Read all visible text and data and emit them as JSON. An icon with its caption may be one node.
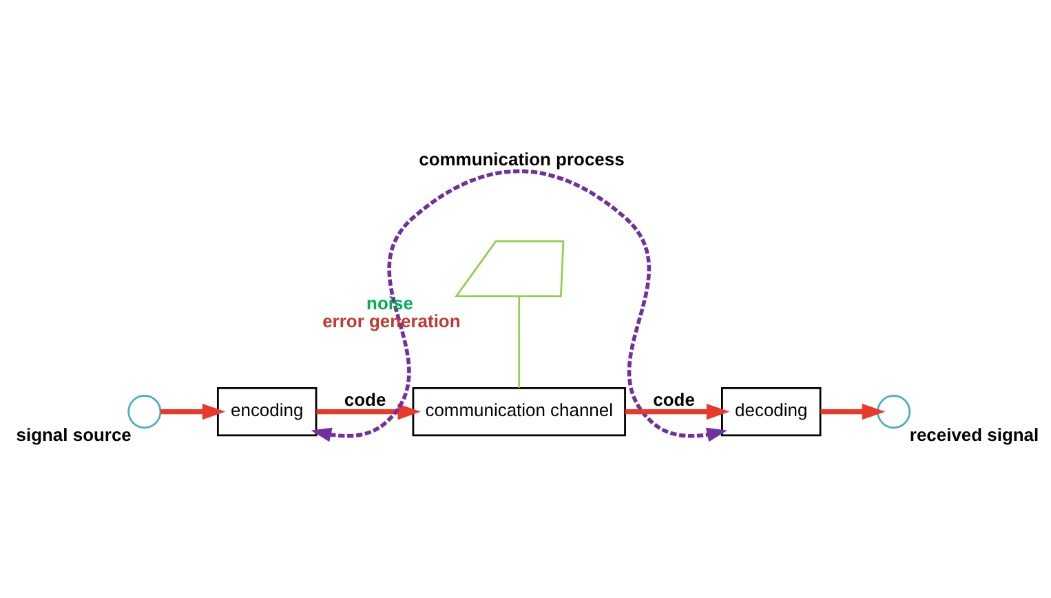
{
  "diagram": {
    "nodes": [
      {
        "text": [],
        "shape": "circle",
        "beside": [
          "signal source"
        ]
      },
      {
        "text": [
          "encoding"
        ]
      },
      {
        "text": [
          "communication channel"
        ]
      },
      {
        "text": [
          "decoding"
        ]
      },
      {
        "text": [],
        "shape": "circle",
        "beside": [
          "received signal"
        ]
      },
      {
        "text": [],
        "shape": "bolt",
        "beside": [
          "noise",
          "error generation"
        ]
      }
    ],
    "edges": [
      {
        "from": 0,
        "to": 1,
        "arrow": "to"
      },
      {
        "from": 1,
        "to": 2,
        "arrow": "to",
        "label": "code"
      },
      {
        "from": 2,
        "to": 3,
        "arrow": "to",
        "label": "code"
      },
      {
        "from": 3,
        "to": 4,
        "arrow": "to"
      },
      {
        "from": 5,
        "to": 2,
        "arrow": "none",
        "color": "#92d050"
      },
      {
        "from": 1,
        "to": 3,
        "arrow": "both",
        "label": "communication process",
        "style": "dashed",
        "color": "#7030a0"
      }
    ]
  }
}
